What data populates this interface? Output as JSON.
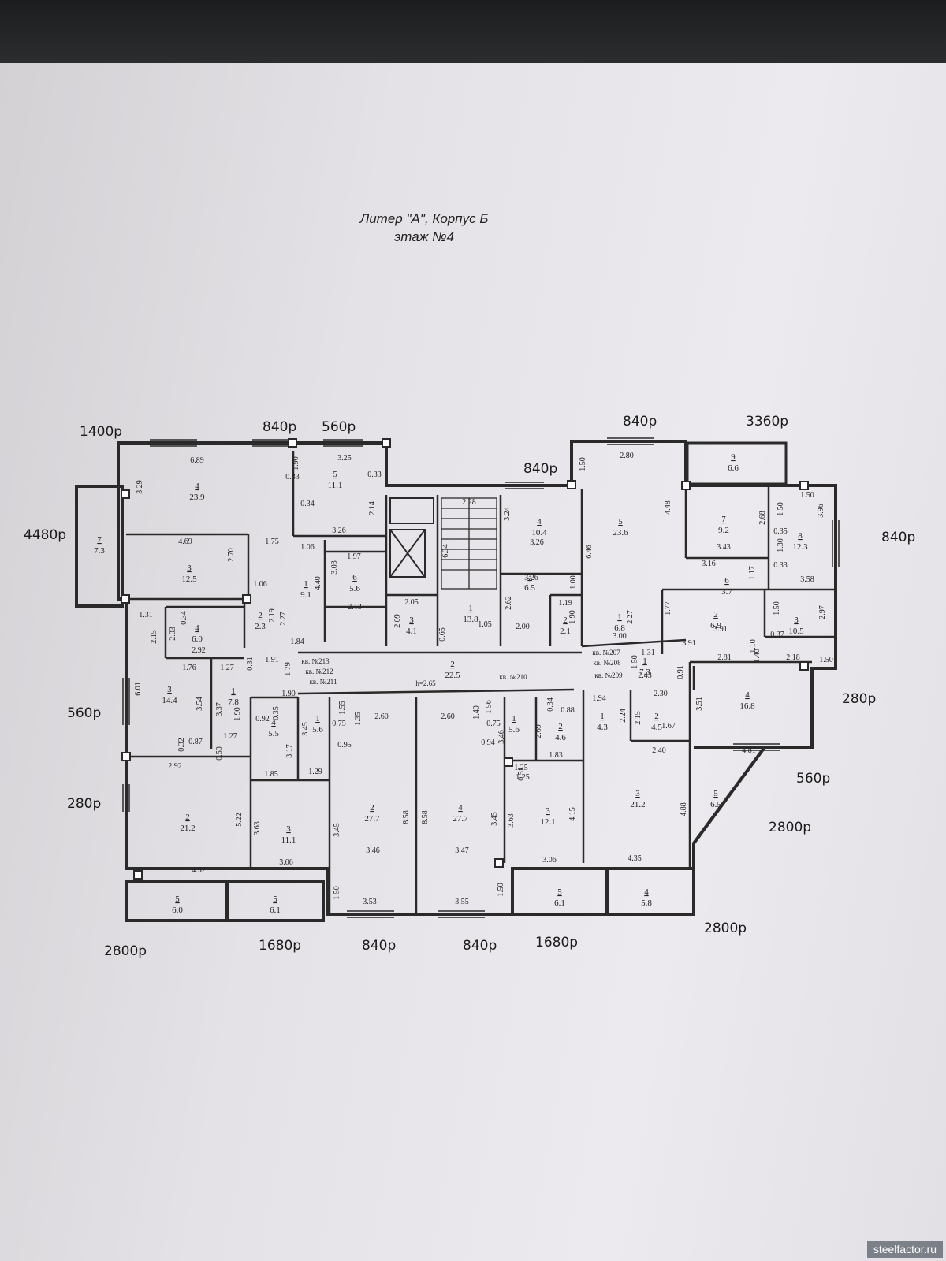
{
  "title": {
    "line1": "Литер \"А\", Корпус Б",
    "line2": "этаж №4"
  },
  "annotations": [
    {
      "id": "a1",
      "text": "1400р"
    },
    {
      "id": "a2",
      "text": "840р"
    },
    {
      "id": "a3",
      "text": "560р"
    },
    {
      "id": "a4",
      "text": "840р"
    },
    {
      "id": "a5",
      "text": "3360р"
    },
    {
      "id": "a6",
      "text": "840р"
    },
    {
      "id": "a7",
      "text": "4480р"
    },
    {
      "id": "a8",
      "text": "840р"
    },
    {
      "id": "a9",
      "text": "560р"
    },
    {
      "id": "a10",
      "text": "280р"
    },
    {
      "id": "a11",
      "text": "280р"
    },
    {
      "id": "a12",
      "text": "560р"
    },
    {
      "id": "a13",
      "text": "2800р"
    },
    {
      "id": "a14",
      "text": "2800р"
    },
    {
      "id": "a15",
      "text": "2800р"
    },
    {
      "id": "a16",
      "text": "1680р"
    },
    {
      "id": "a17",
      "text": "840р"
    },
    {
      "id": "a18",
      "text": "840р"
    },
    {
      "id": "a19",
      "text": "1680р"
    }
  ],
  "rooms": [
    {
      "id": "r1",
      "num": "4",
      "area": "23.9"
    },
    {
      "id": "r2",
      "num": "5",
      "area": "11.1"
    },
    {
      "id": "r3",
      "num": "7",
      "area": "7.3"
    },
    {
      "id": "r4",
      "num": "3",
      "area": "12.5"
    },
    {
      "id": "r5",
      "num": "1",
      "area": "9.1"
    },
    {
      "id": "r6",
      "num": "6",
      "area": "5.6"
    },
    {
      "id": "r7",
      "num": "2",
      "area": "2.3"
    },
    {
      "id": "r8",
      "num": "4",
      "area": "6.0"
    },
    {
      "id": "r9",
      "num": "3",
      "area": "14.4"
    },
    {
      "id": "r10",
      "num": "1",
      "area": "7.8"
    },
    {
      "id": "r11",
      "num": "2",
      "area": "22.5"
    },
    {
      "id": "r12",
      "num": "3",
      "area": "4.1"
    },
    {
      "id": "r13",
      "num": "1",
      "area": "13.8"
    },
    {
      "id": "r14",
      "num": "4",
      "area": "10.4"
    },
    {
      "id": "r15",
      "num": "3",
      "area": "6.5"
    },
    {
      "id": "r16",
      "num": "2",
      "area": "2.1"
    },
    {
      "id": "r17",
      "num": "5",
      "area": "23.6"
    },
    {
      "id": "r18",
      "num": "1",
      "area": "6.8"
    },
    {
      "id": "r19",
      "num": "9",
      "area": "6.6"
    },
    {
      "id": "r20",
      "num": "7",
      "area": "9.2"
    },
    {
      "id": "r21",
      "num": "8",
      "area": "12.3"
    },
    {
      "id": "r22",
      "num": "6",
      "area": "3.7"
    },
    {
      "id": "r23",
      "num": "2",
      "area": "6.9"
    },
    {
      "id": "r24",
      "num": "3",
      "area": "10.5"
    },
    {
      "id": "r25",
      "num": "1",
      "area": "7.3"
    },
    {
      "id": "r26",
      "num": "4",
      "area": "16.8"
    },
    {
      "id": "r27",
      "num": "1",
      "area": "4.3"
    },
    {
      "id": "r28",
      "num": "2",
      "area": "4.5"
    },
    {
      "id": "r29",
      "num": "4",
      "area": "5.5"
    },
    {
      "id": "r30",
      "num": "1",
      "area": "5.6"
    },
    {
      "id": "r31",
      "num": "1",
      "area": "5.6"
    },
    {
      "id": "r32",
      "num": "2",
      "area": "4.6"
    },
    {
      "id": "r33",
      "num": "2",
      "area": "21.2"
    },
    {
      "id": "r34",
      "num": "3",
      "area": "11.1"
    },
    {
      "id": "r35",
      "num": "2",
      "area": "27.7"
    },
    {
      "id": "r36",
      "num": "4",
      "area": "27.7"
    },
    {
      "id": "r37",
      "num": "3",
      "area": "12.1"
    },
    {
      "id": "r38",
      "num": "3",
      "area": "21.2"
    },
    {
      "id": "r39",
      "num": "5",
      "area": "6.5"
    },
    {
      "id": "r40",
      "num": "5",
      "area": "6.0"
    },
    {
      "id": "r41",
      "num": "5",
      "area": "6.1"
    },
    {
      "id": "r42",
      "num": "5",
      "area": "6.1"
    },
    {
      "id": "r43",
      "num": "4",
      "area": "5.8"
    }
  ],
  "dims": [
    {
      "id": "d1",
      "text": "6.89"
    },
    {
      "id": "d2",
      "text": "1.90"
    },
    {
      "id": "d3",
      "text": "3.25"
    },
    {
      "id": "d4",
      "text": "0.33"
    },
    {
      "id": "d5",
      "text": "0.33"
    },
    {
      "id": "d6",
      "text": "3.29"
    },
    {
      "id": "d7",
      "text": "0.34"
    },
    {
      "id": "d8",
      "text": "2.14"
    },
    {
      "id": "d9",
      "text": "4.69"
    },
    {
      "id": "d10",
      "text": "1.75"
    },
    {
      "id": "d11",
      "text": "3.26"
    },
    {
      "id": "d12",
      "text": "1.06"
    },
    {
      "id": "d13",
      "text": "1.97"
    },
    {
      "id": "d14",
      "text": "2.70"
    },
    {
      "id": "d15",
      "text": "1.06"
    },
    {
      "id": "d16",
      "text": "4.40"
    },
    {
      "id": "d17",
      "text": "3.03"
    },
    {
      "id": "d18",
      "text": "2.13"
    },
    {
      "id": "d19",
      "text": "2.19"
    },
    {
      "id": "d20",
      "text": "2.27"
    },
    {
      "id": "d21",
      "text": "1.84"
    },
    {
      "id": "d22",
      "text": "1.31"
    },
    {
      "id": "d23",
      "text": "0.34"
    },
    {
      "id": "d24",
      "text": "2.15"
    },
    {
      "id": "d25",
      "text": "2.03"
    },
    {
      "id": "d26",
      "text": "2.92"
    },
    {
      "id": "d27",
      "text": "1.76"
    },
    {
      "id": "d28",
      "text": "1.27"
    },
    {
      "id": "d29",
      "text": "0.31"
    },
    {
      "id": "d30",
      "text": "1.91"
    },
    {
      "id": "d31",
      "text": "1.79"
    },
    {
      "id": "d32",
      "text": "6.01"
    },
    {
      "id": "d33",
      "text": "3.54"
    },
    {
      "id": "d34",
      "text": "3.37"
    },
    {
      "id": "d35",
      "text": "1.90"
    },
    {
      "id": "d36",
      "text": "1.90"
    },
    {
      "id": "d37",
      "text": "0.32"
    },
    {
      "id": "d38",
      "text": "0.87"
    },
    {
      "id": "d39",
      "text": "1.27"
    },
    {
      "id": "d40",
      "text": "0.50"
    },
    {
      "id": "d41",
      "text": "2.92"
    },
    {
      "id": "d42",
      "text": "0.92"
    },
    {
      "id": "d43",
      "text": "0.35"
    },
    {
      "id": "d44",
      "text": "3.45"
    },
    {
      "id": "d45",
      "text": "1.55"
    },
    {
      "id": "d46",
      "text": "0.75"
    },
    {
      "id": "d47",
      "text": "0.95"
    },
    {
      "id": "d48",
      "text": "1.35"
    },
    {
      "id": "d49",
      "text": "2.60"
    },
    {
      "id": "d50",
      "text": "3.17"
    },
    {
      "id": "d51",
      "text": "1.85"
    },
    {
      "id": "d52",
      "text": "1.29"
    },
    {
      "id": "d53",
      "text": "2.28"
    },
    {
      "id": "d54",
      "text": "6.34"
    },
    {
      "id": "d55",
      "text": "2.05"
    },
    {
      "id": "d56",
      "text": "2.09"
    },
    {
      "id": "d57",
      "text": "1.05"
    },
    {
      "id": "d58",
      "text": "0.65"
    },
    {
      "id": "d59",
      "text": "3.24"
    },
    {
      "id": "d60",
      "text": "3.26"
    },
    {
      "id": "d61",
      "text": "3.26"
    },
    {
      "id": "d62",
      "text": "2.62"
    },
    {
      "id": "d63",
      "text": "1.00"
    },
    {
      "id": "d64",
      "text": "1.19"
    },
    {
      "id": "d65",
      "text": "1.90"
    },
    {
      "id": "d66",
      "text": "2.00"
    },
    {
      "id": "d67",
      "text": "1.50"
    },
    {
      "id": "d68",
      "text": "2.80"
    },
    {
      "id": "d69",
      "text": "4.48"
    },
    {
      "id": "d70",
      "text": "6.46"
    },
    {
      "id": "d71",
      "text": "2.27"
    },
    {
      "id": "d72",
      "text": "3.00"
    },
    {
      "id": "d73",
      "text": "2.68"
    },
    {
      "id": "d74",
      "text": "1.50"
    },
    {
      "id": "d75",
      "text": "1.50"
    },
    {
      "id": "d76",
      "text": "0.35"
    },
    {
      "id": "d77",
      "text": "1.30"
    },
    {
      "id": "d78",
      "text": "3.96"
    },
    {
      "id": "d79",
      "text": "3.43"
    },
    {
      "id": "d80",
      "text": "3.16"
    },
    {
      "id": "d81",
      "text": "1.17"
    },
    {
      "id": "d82",
      "text": "0.33"
    },
    {
      "id": "d83",
      "text": "3.58"
    },
    {
      "id": "d84",
      "text": "1.77"
    },
    {
      "id": "d85",
      "text": "3.91"
    },
    {
      "id": "d86",
      "text": "1.50"
    },
    {
      "id": "d87",
      "text": "0.37"
    },
    {
      "id": "d88",
      "text": "2.97"
    },
    {
      "id": "d89",
      "text": "3.91"
    },
    {
      "id": "d90",
      "text": "1.10"
    },
    {
      "id": "d91",
      "text": "1.40"
    },
    {
      "id": "d92",
      "text": "1.31"
    },
    {
      "id": "d93",
      "text": "1.50"
    },
    {
      "id": "d94",
      "text": "2.43"
    },
    {
      "id": "d95",
      "text": "0.91"
    },
    {
      "id": "d96",
      "text": "2.81"
    },
    {
      "id": "d97",
      "text": "2.18"
    },
    {
      "id": "d98",
      "text": "1.50"
    },
    {
      "id": "d99",
      "text": "1.94"
    },
    {
      "id": "d100",
      "text": "2.24"
    },
    {
      "id": "d101",
      "text": "2.30"
    },
    {
      "id": "d102",
      "text": "2.15"
    },
    {
      "id": "d103",
      "text": "1.67"
    },
    {
      "id": "d104",
      "text": "2.40"
    },
    {
      "id": "d105",
      "text": "3.51"
    },
    {
      "id": "d106",
      "text": "4.81"
    },
    {
      "id": "d107",
      "text": "1.56"
    },
    {
      "id": "d108",
      "text": "1.40"
    },
    {
      "id": "d109",
      "text": "0.75"
    },
    {
      "id": "d110",
      "text": "0.94"
    },
    {
      "id": "d111",
      "text": "3.46"
    },
    {
      "id": "d112",
      "text": "0.34"
    },
    {
      "id": "d113",
      "text": "0.88"
    },
    {
      "id": "d114",
      "text": "2.69"
    },
    {
      "id": "d115",
      "text": "1.83"
    },
    {
      "id": "d116",
      "text": "1.25"
    },
    {
      "id": "d117",
      "text": "1.25"
    },
    {
      "id": "d118",
      "text": "0.51"
    },
    {
      "id": "d119",
      "text": "2.60"
    },
    {
      "id": "d120",
      "text": "5.22"
    },
    {
      "id": "d121",
      "text": "4.32"
    },
    {
      "id": "d122",
      "text": "3.63"
    },
    {
      "id": "d123",
      "text": "3.45"
    },
    {
      "id": "d124",
      "text": "3.06"
    },
    {
      "id": "d125",
      "text": "8.58"
    },
    {
      "id": "d126",
      "text": "3.46"
    },
    {
      "id": "d127",
      "text": "8.58"
    },
    {
      "id": "d128",
      "text": "3.47"
    },
    {
      "id": "d129",
      "text": "3.45"
    },
    {
      "id": "d130",
      "text": "3.63"
    },
    {
      "id": "d131",
      "text": "4.15"
    },
    {
      "id": "d132",
      "text": "4.88"
    },
    {
      "id": "d133",
      "text": "3.06"
    },
    {
      "id": "d134",
      "text": "4.35"
    },
    {
      "id": "d135",
      "text": "1.50"
    },
    {
      "id": "d136",
      "text": "3.53"
    },
    {
      "id": "d137",
      "text": "3.55"
    },
    {
      "id": "d138",
      "text": "1.50"
    }
  ],
  "corridor_labels": [
    {
      "id": "c1",
      "text": "кв. №213"
    },
    {
      "id": "c2",
      "text": "кв. №212"
    },
    {
      "id": "c3",
      "text": "кв. №211"
    },
    {
      "id": "c4",
      "text": "кв. №210"
    },
    {
      "id": "c5",
      "text": "кв. №207"
    },
    {
      "id": "c6",
      "text": "кв. №208"
    },
    {
      "id": "c7",
      "text": "кв. №209"
    },
    {
      "id": "c8",
      "text": "h=2.65"
    }
  ],
  "watermark": "steelfactor.ru"
}
